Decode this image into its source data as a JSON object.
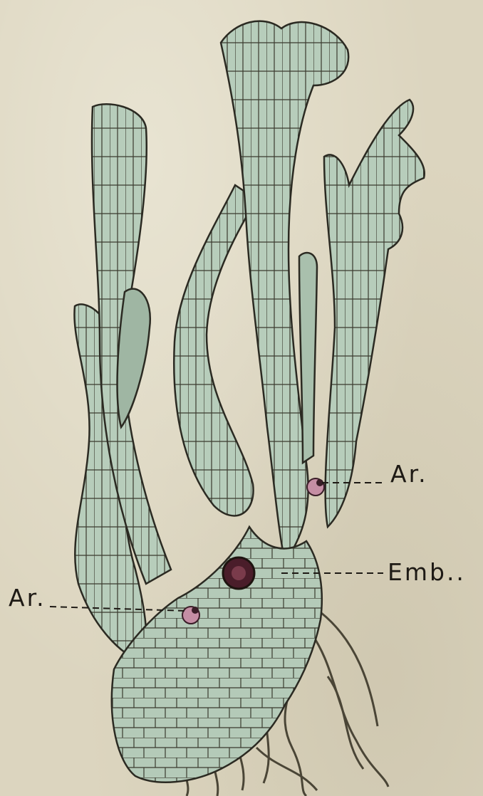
{
  "labels": {
    "ar_right": "Ar.",
    "emb": "Emb..",
    "ar_left": "Ar."
  },
  "colors": {
    "paper": "#dcd5bf",
    "tissue_fill": "#b7cdbb",
    "cell_lines": "#2b2a22",
    "embryo": "#4a1d2a",
    "archegonium": "#c58ea4"
  }
}
